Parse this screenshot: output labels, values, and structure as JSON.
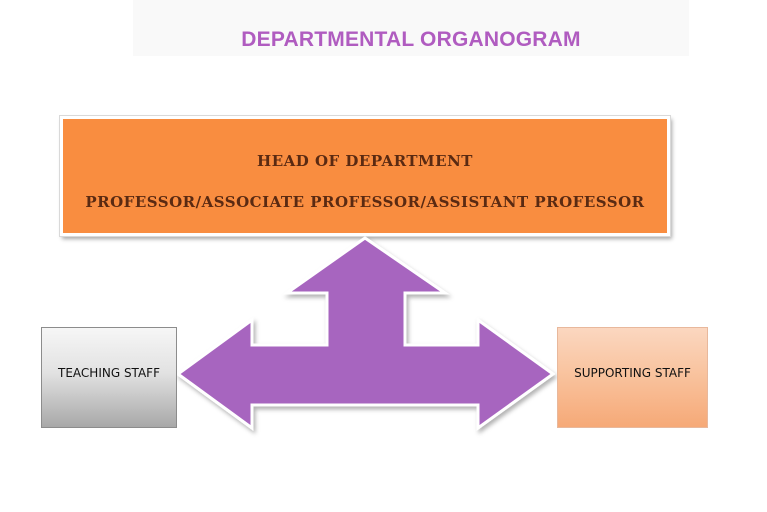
{
  "title": "DEPARTMENTAL ORGANOGRAM",
  "head_box": {
    "line1": "HEAD OF DEPARTMENT",
    "line2": "PROFESSOR/ASSOCIATE PROFESSOR/ASSISTANT PROFESSOR"
  },
  "left_box": {
    "label": "TEACHING STAFF"
  },
  "right_box": {
    "label": "SUPPORTING STAFF"
  },
  "colors": {
    "title": "#b05cc0",
    "head_box_fill": "#f98d40",
    "arrow_fill": "#a765bf",
    "teaching_box_fill": "#d9d9d9",
    "supporting_box_fill": "#f9c6a3"
  }
}
